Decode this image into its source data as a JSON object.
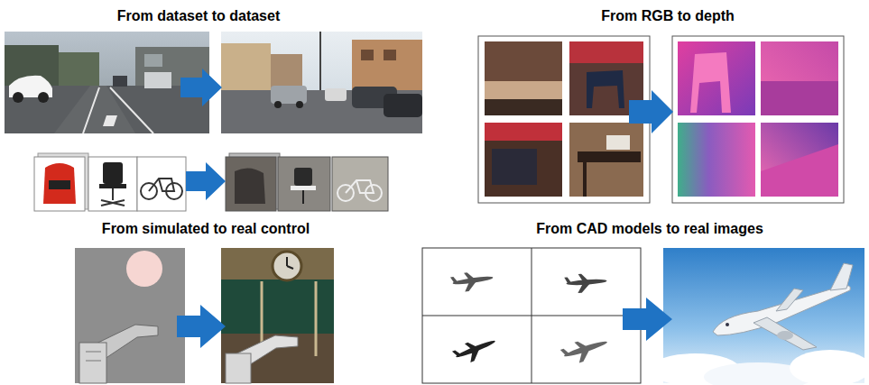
{
  "diagram": {
    "labels": [
      "From dataset to dataset",
      "From RGB to depth",
      "From simulated to real control",
      "From CAD models to real images"
    ]
  }
}
